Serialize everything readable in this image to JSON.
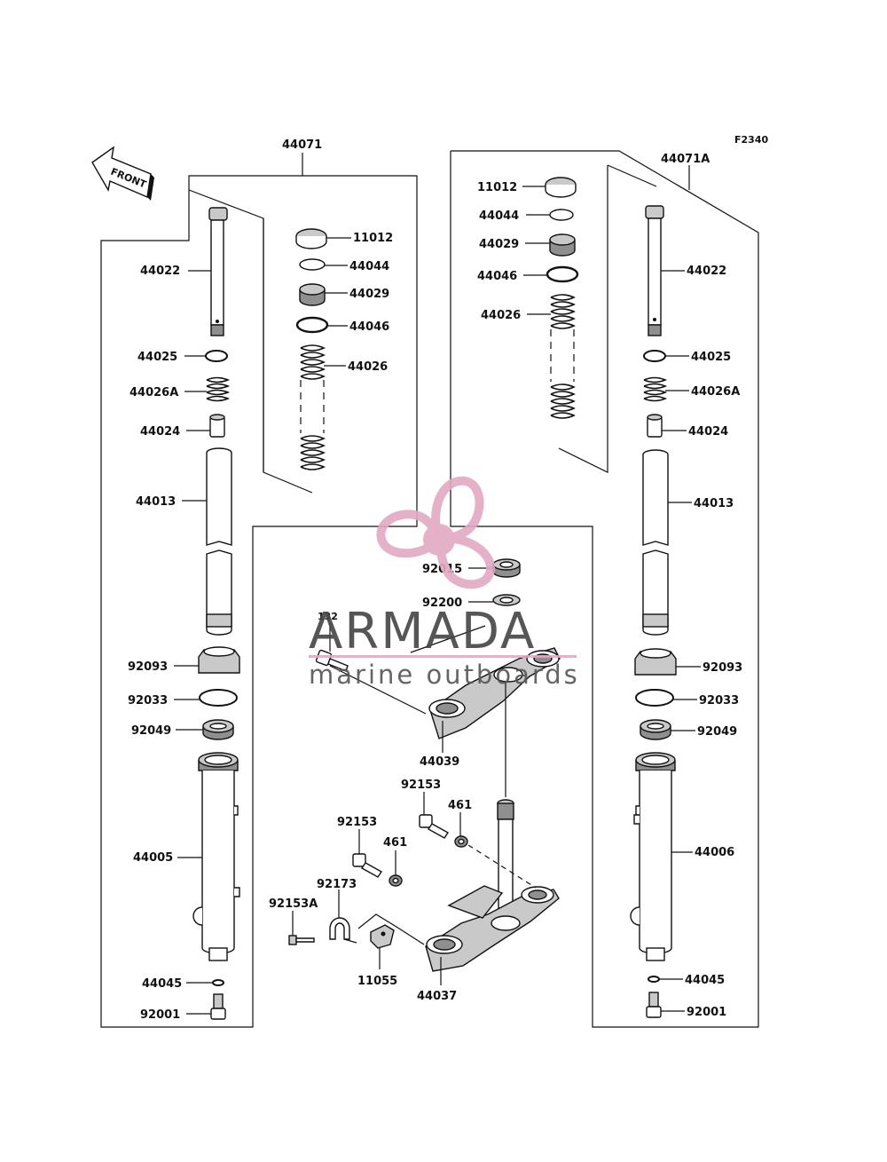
{
  "diagram_code": "F2340",
  "front_label": "FRONT",
  "watermark": {
    "brand": "ARMADA",
    "tagline": "marine outboards",
    "color": "#e3a9c4"
  },
  "labels": {
    "l44071": "44071",
    "l44071A": "44071A",
    "l11012_l": "11012",
    "l44044_l": "44044",
    "l44029_l": "44029",
    "l44046_l": "44046",
    "l44026_l": "44026",
    "l44022_l": "44022",
    "l44025_l": "44025",
    "l44026A_l": "44026A",
    "l44024_l": "44024",
    "l44013_l": "44013",
    "l92093_l": "92093",
    "l92033_l": "92033",
    "l92049_l": "92049",
    "l44005": "44005",
    "l44045_l": "44045",
    "l92001_l": "92001",
    "l11012_r": "11012",
    "l44044_r": "44044",
    "l44029_r": "44029",
    "l44046_r": "44046",
    "l44026_r": "44026",
    "l44022_r": "44022",
    "l44025_r": "44025",
    "l44026A_r": "44026A",
    "l44024_r": "44024",
    "l44013_r": "44013",
    "l92093_r": "92093",
    "l92033_r": "92033",
    "l92049_r": "92049",
    "l44006": "44006",
    "l44045_r": "44045",
    "l92001_r": "92001",
    "l92015": "92015",
    "l92200": "92200",
    "l132": "132",
    "l44039": "44039",
    "l92153_a": "92153",
    "l461_a": "461",
    "l92153_b": "92153",
    "l461_b": "461",
    "l92173": "92173",
    "l92153A": "92153A",
    "l11055": "11055",
    "l44037": "44037"
  }
}
